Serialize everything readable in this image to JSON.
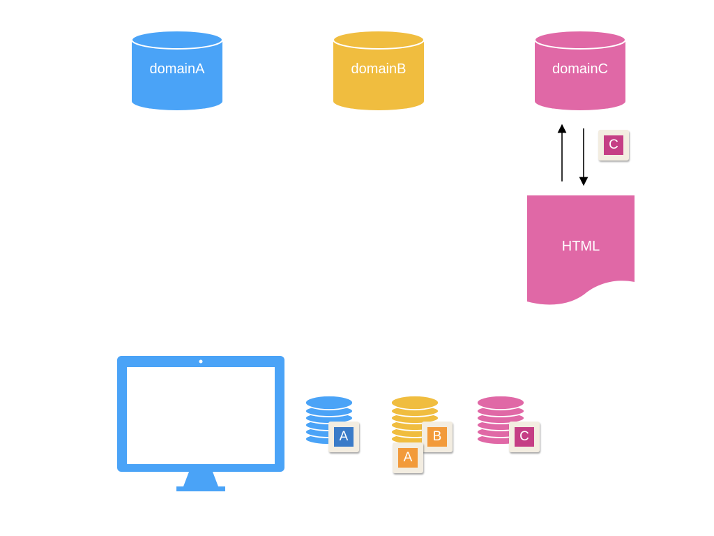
{
  "colors": {
    "blue": "#4aa3f7",
    "yellow": "#f0bd3f",
    "pink": "#e068a6",
    "tile_bg": "#f3ede1",
    "badge_blue": "#3a7bc8",
    "badge_orange": "#f29a3a",
    "badge_magenta": "#c53e85"
  },
  "servers": [
    {
      "label": "domainA",
      "color": "blue"
    },
    {
      "label": "domainB",
      "color": "yellow"
    },
    {
      "label": "domainC",
      "color": "pink"
    }
  ],
  "document": {
    "label": "HTML"
  },
  "transfer_badge": {
    "label": "C"
  },
  "client": {
    "device_icon": "monitor-icon",
    "stores": [
      {
        "color": "blue",
        "badges": [
          "A"
        ]
      },
      {
        "color": "yellow",
        "badges": [
          "B",
          "A"
        ]
      },
      {
        "color": "pink",
        "badges": [
          "C"
        ]
      }
    ]
  }
}
